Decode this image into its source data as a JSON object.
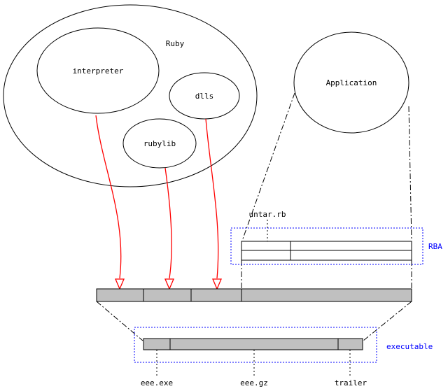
{
  "diagram": {
    "ruby": {
      "label": "Ruby"
    },
    "interpreter": {
      "label": "interpreter"
    },
    "dlls": {
      "label": "dlls"
    },
    "rubylib": {
      "label": "rubylib"
    },
    "application": {
      "label": "Application"
    },
    "untar": {
      "label": "untar.rb"
    },
    "rba": {
      "label": "RBA"
    },
    "executable": {
      "label": "executable"
    },
    "segments": {
      "exe": "eee.exe",
      "gz": "eee.gz",
      "trailer": "trailer"
    }
  },
  "colors": {
    "arrow_red": "#ff0000",
    "annotation_blue": "#0000ff",
    "bar_gray": "#c0c0c0",
    "line_black": "#000000",
    "background": "#ffffff"
  }
}
